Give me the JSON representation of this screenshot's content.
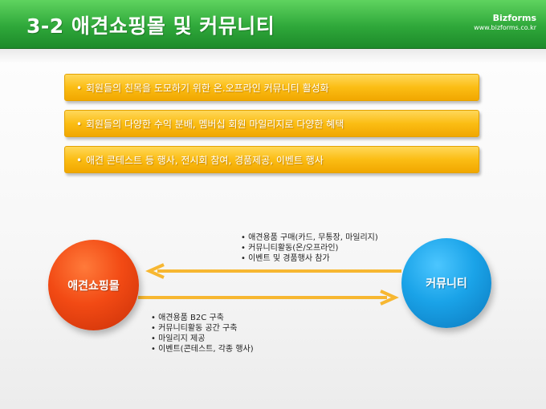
{
  "header": {
    "title": "3-2 애견쇼핑몰 및 커뮤니티",
    "brand_name": "Bizforms",
    "brand_url": "www.bizforms.co.kr"
  },
  "bars": [
    {
      "bullet": "•",
      "text": "회원들의 친목을 도모하기 위한 온.오프라인 커뮤니티 활성화"
    },
    {
      "bullet": "•",
      "text": "회원들의 다양한 수익 분배, 멤버십 회원 마일리지로 다양한 혜택"
    },
    {
      "bullet": "•",
      "text": "애견 콘테스트 등 행사, 전시회 참여, 경품제공, 이벤트 행사"
    }
  ],
  "diagram": {
    "left_node": "애견쇼핑몰",
    "right_node": "커뮤니티",
    "top_notes": [
      "애견용품 구매(카드, 무통장, 마일리지)",
      "커뮤니티활동(온/오프라인)",
      "이벤트 및 경품행사 참가"
    ],
    "bottom_notes": [
      "애견용품 B2C 구축",
      "커뮤니티활동 공간 구축",
      "마일리지 제공",
      "이벤트(콘테스트, 각종 행사)"
    ]
  },
  "colors": {
    "header_green": "#2fa83a",
    "bar_yellow": "#fbbd14",
    "left_node_red": "#f24a14",
    "right_node_blue": "#1aa3e8",
    "arrow_yellow": "#f7b731"
  }
}
